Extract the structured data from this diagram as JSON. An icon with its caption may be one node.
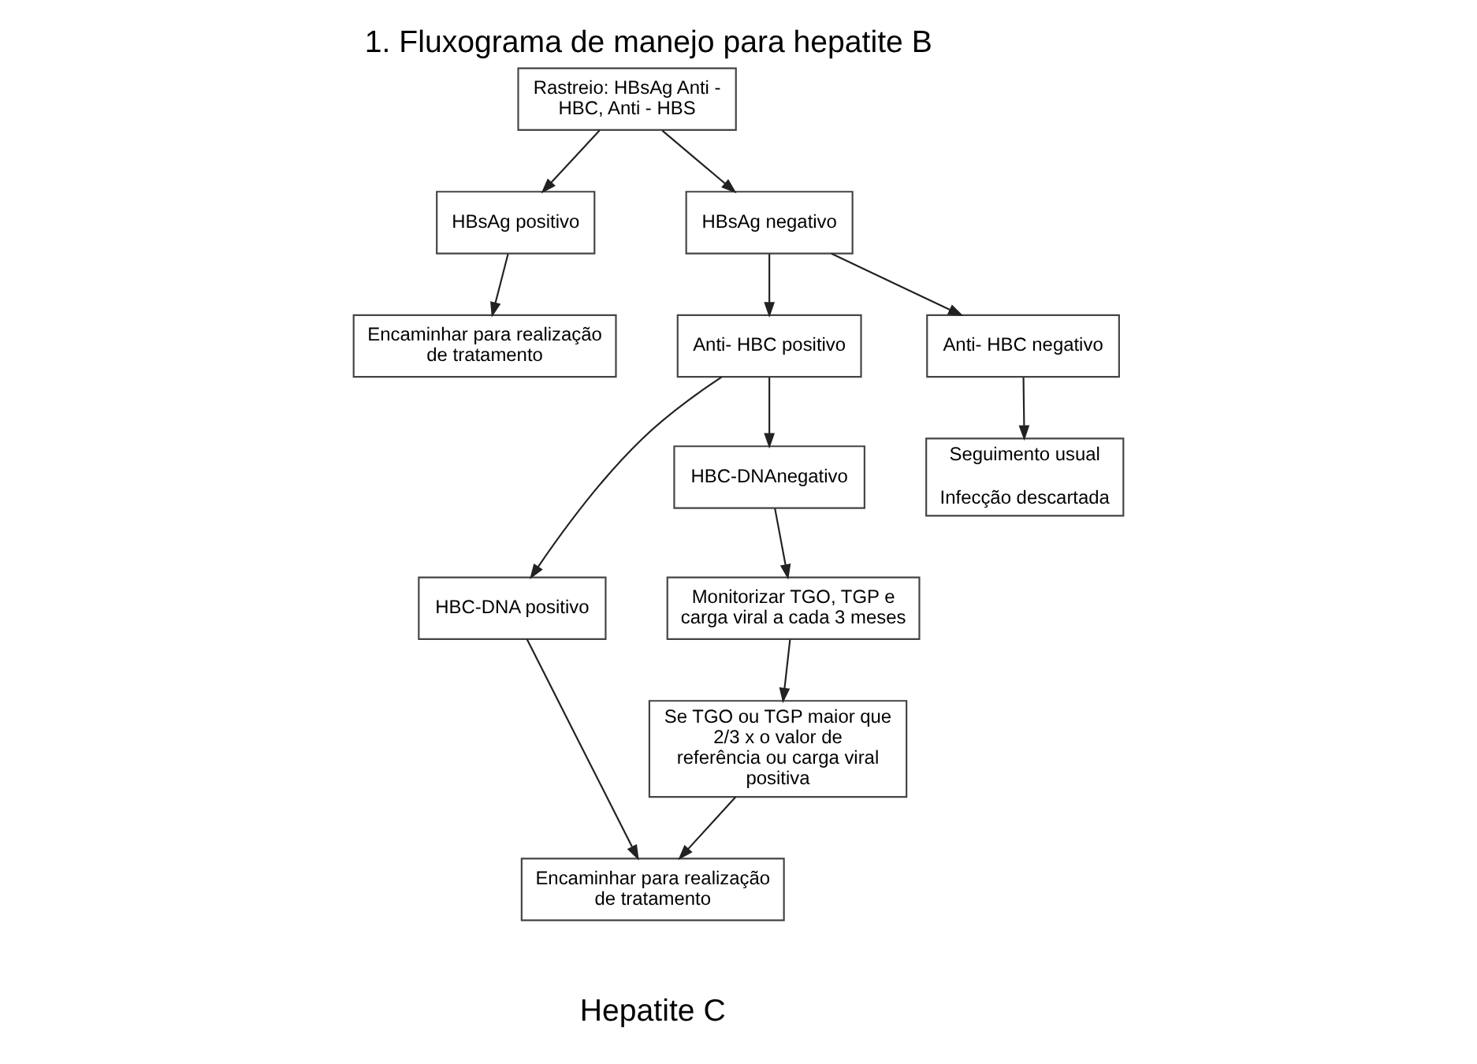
{
  "diagram": {
    "title": "1. Fluxograma de manejo para hepatite B",
    "nodes": [
      {
        "text": [
          "Rastreio: HBsAg Anti - HBC, Anti - HBS"
        ]
      },
      {
        "text": [
          "HBsAg positivo"
        ]
      },
      {
        "text": [
          "HBsAg negativo"
        ]
      },
      {
        "text": [
          "Encaminhar para realização de tratamento"
        ]
      },
      {
        "text": [
          "Anti- HBC positivo"
        ]
      },
      {
        "text": [
          "Anti- HBC negativo"
        ]
      },
      {
        "text": [
          "HBC-DNA positivo"
        ]
      },
      {
        "text": [
          "HBC-DNAnegativo"
        ]
      },
      {
        "text": [
          "Seguimento usual",
          "Infecção descartada"
        ]
      },
      {
        "text": [
          "Monitorizar TGO, TGP e carga viral a cada 3 meses"
        ]
      },
      {
        "text": [
          "Encaminhar para realização de tratamento"
        ]
      },
      {
        "text": [
          "Se TGO ou TGP maior que 2/3 x o valor de referência ou carga viral positiva"
        ]
      }
    ],
    "edges": [
      {
        "from": 0,
        "to": 1,
        "arrow": "to"
      },
      {
        "from": 0,
        "to": 2,
        "arrow": "to"
      },
      {
        "from": 1,
        "to": 3,
        "arrow": "to"
      },
      {
        "from": 2,
        "to": 4,
        "arrow": "to"
      },
      {
        "from": 2,
        "to": 5,
        "arrow": "to"
      },
      {
        "from": 4,
        "to": 6,
        "arrow": "to"
      },
      {
        "from": 4,
        "to": 7,
        "arrow": "to"
      },
      {
        "from": 5,
        "to": 8,
        "arrow": "to"
      },
      {
        "from": 7,
        "to": 9,
        "arrow": "to"
      },
      {
        "from": 9,
        "to": 11,
        "arrow": "to"
      },
      {
        "from": 6,
        "to": 10,
        "arrow": "to"
      },
      {
        "from": 11,
        "to": 10,
        "arrow": "to"
      }
    ],
    "labels": [
      "Hepatite C"
    ]
  }
}
